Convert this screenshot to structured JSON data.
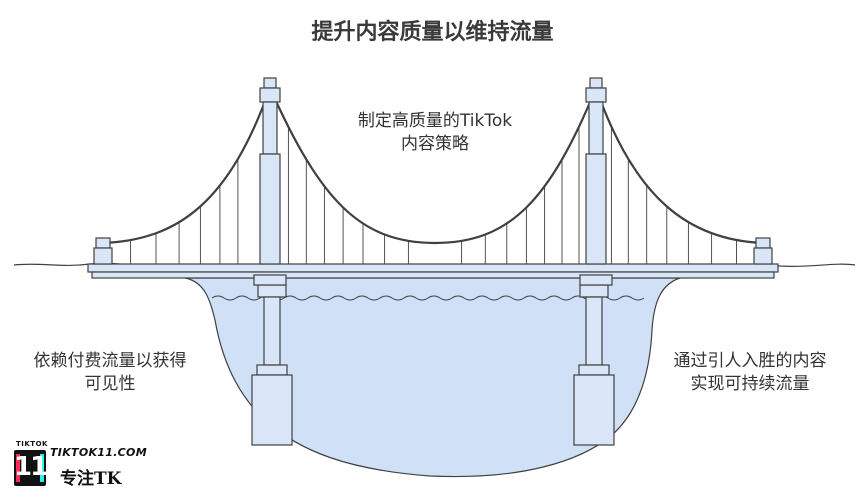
{
  "title": "提升内容质量以维持流量",
  "labels": {
    "top_center": [
      "制定高质量的TikTok",
      "内容策略"
    ],
    "left": [
      "依赖付费流量以获得",
      "可见性"
    ],
    "right": [
      "通过引人入胜的内容",
      "实现可持续流量"
    ]
  },
  "logo": {
    "small_text": "TIKTOK",
    "badge_text": "11",
    "domain": "TIKTOK11.COM",
    "tagline": "专注TK"
  },
  "colors": {
    "water": "#cfe0f7",
    "bridge_fill": "#d9e6f7",
    "stroke": "#404040",
    "badge": "#111111"
  },
  "icons": [
    "suspension-bridge-illustration",
    "tiktok11-logo"
  ]
}
